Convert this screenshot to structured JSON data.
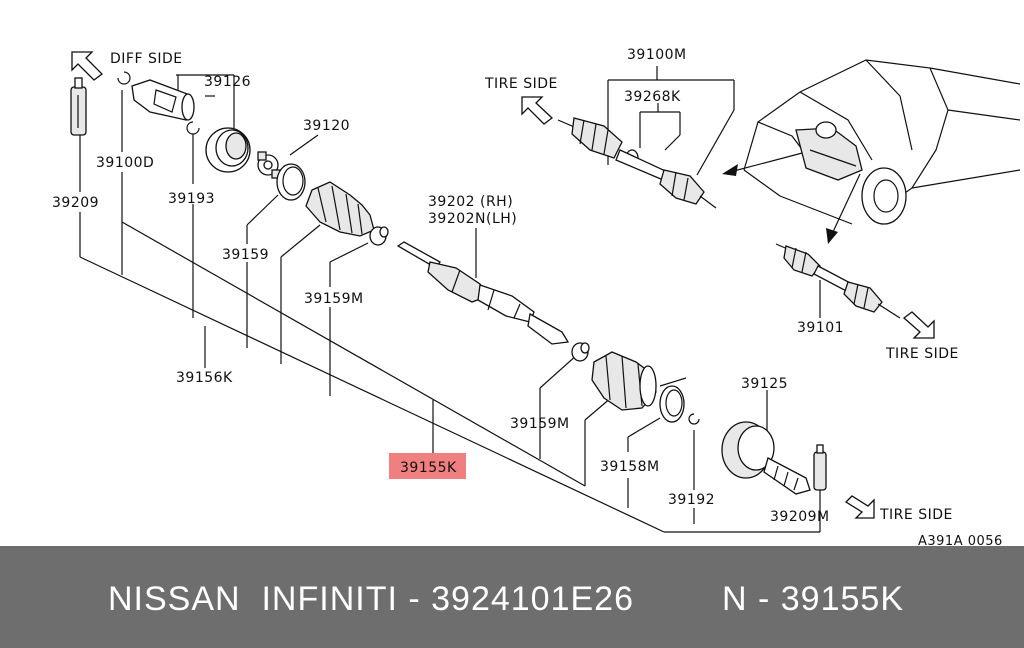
{
  "diagram": {
    "direction_labels": {
      "diff_side": "DIFF SIDE",
      "tire_side_top": "TIRE SIDE",
      "tire_side_right": "TIRE SIDE",
      "tire_side_bottom": "TIRE SIDE"
    },
    "part_labels": {
      "p39126": "39126",
      "p39120": "39120",
      "p39100D": "39100D",
      "p39193": "39193",
      "p39209": "39209",
      "p39159": "39159",
      "p39159M_a": "39159M",
      "p39156K": "39156K",
      "p39202": "39202 (RH)",
      "p39202N": "39202N(LH)",
      "p39155K": "39155K",
      "p39159M_b": "39159M",
      "p39158M": "39158M",
      "p39125": "39125",
      "p39192": "39192",
      "p39209M": "39209M",
      "p39100M": "39100M",
      "p39268K": "39268K",
      "p39101": "39101"
    },
    "highlight_color": "#f08080",
    "diagram_code": "A391A 0056"
  },
  "footer": {
    "left_text": "NISSAN  INFINITI - 3924101E26",
    "right_text": "N - 39155K"
  }
}
